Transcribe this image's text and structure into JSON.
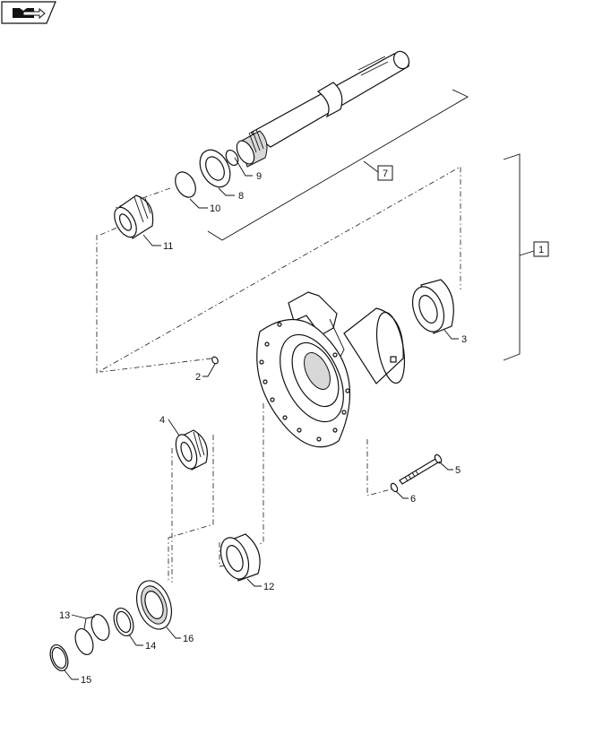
{
  "nav_icon": "book-arrow-icon",
  "callouts": {
    "c1": "1",
    "c2": "2",
    "c3": "3",
    "c4": "4",
    "c5": "5",
    "c6": "6",
    "c7": "7",
    "c8": "8",
    "c9": "9",
    "c10": "10",
    "c11": "11",
    "c12": "12",
    "c13": "13",
    "c14": "14",
    "c15": "15",
    "c16": "16"
  },
  "boxed_callouts": [
    "1",
    "7"
  ]
}
